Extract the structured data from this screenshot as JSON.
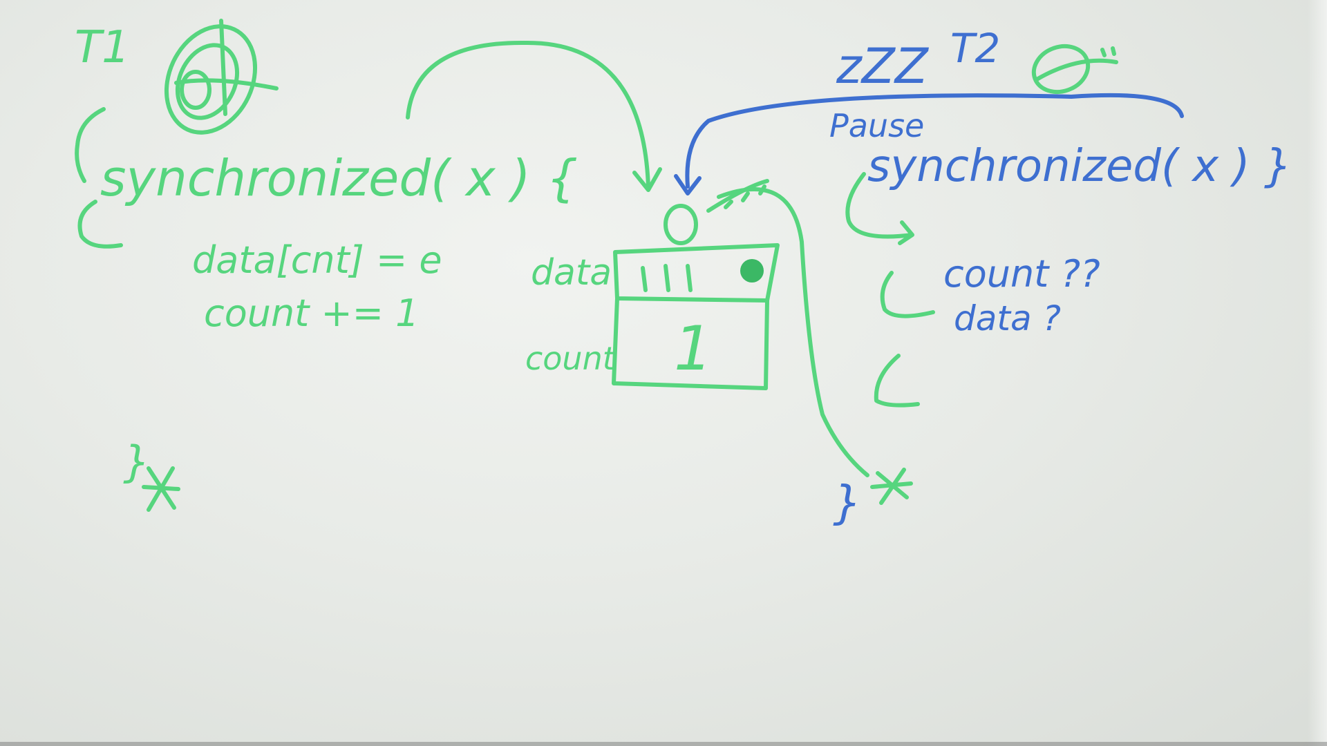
{
  "thread_one": {
    "label": "T1",
    "sync_line": "synchronized( x ) {",
    "assign_data": "data[cnt] = e",
    "assign_count": "count += 1",
    "close_brace": "}"
  },
  "thread_two": {
    "sleep": "zZZ",
    "label": "T2",
    "pause": "Pause",
    "sync_line": "synchronized( x ) }",
    "count_q": "count ??",
    "data_q": "data ?",
    "close_brace": "}"
  },
  "object": {
    "data_label": "data",
    "count_label": "count",
    "count_value": "1",
    "ticks": "| | |"
  },
  "colors": {
    "green_marker": "#56d57e",
    "blue_marker": "#3e6fd0"
  }
}
